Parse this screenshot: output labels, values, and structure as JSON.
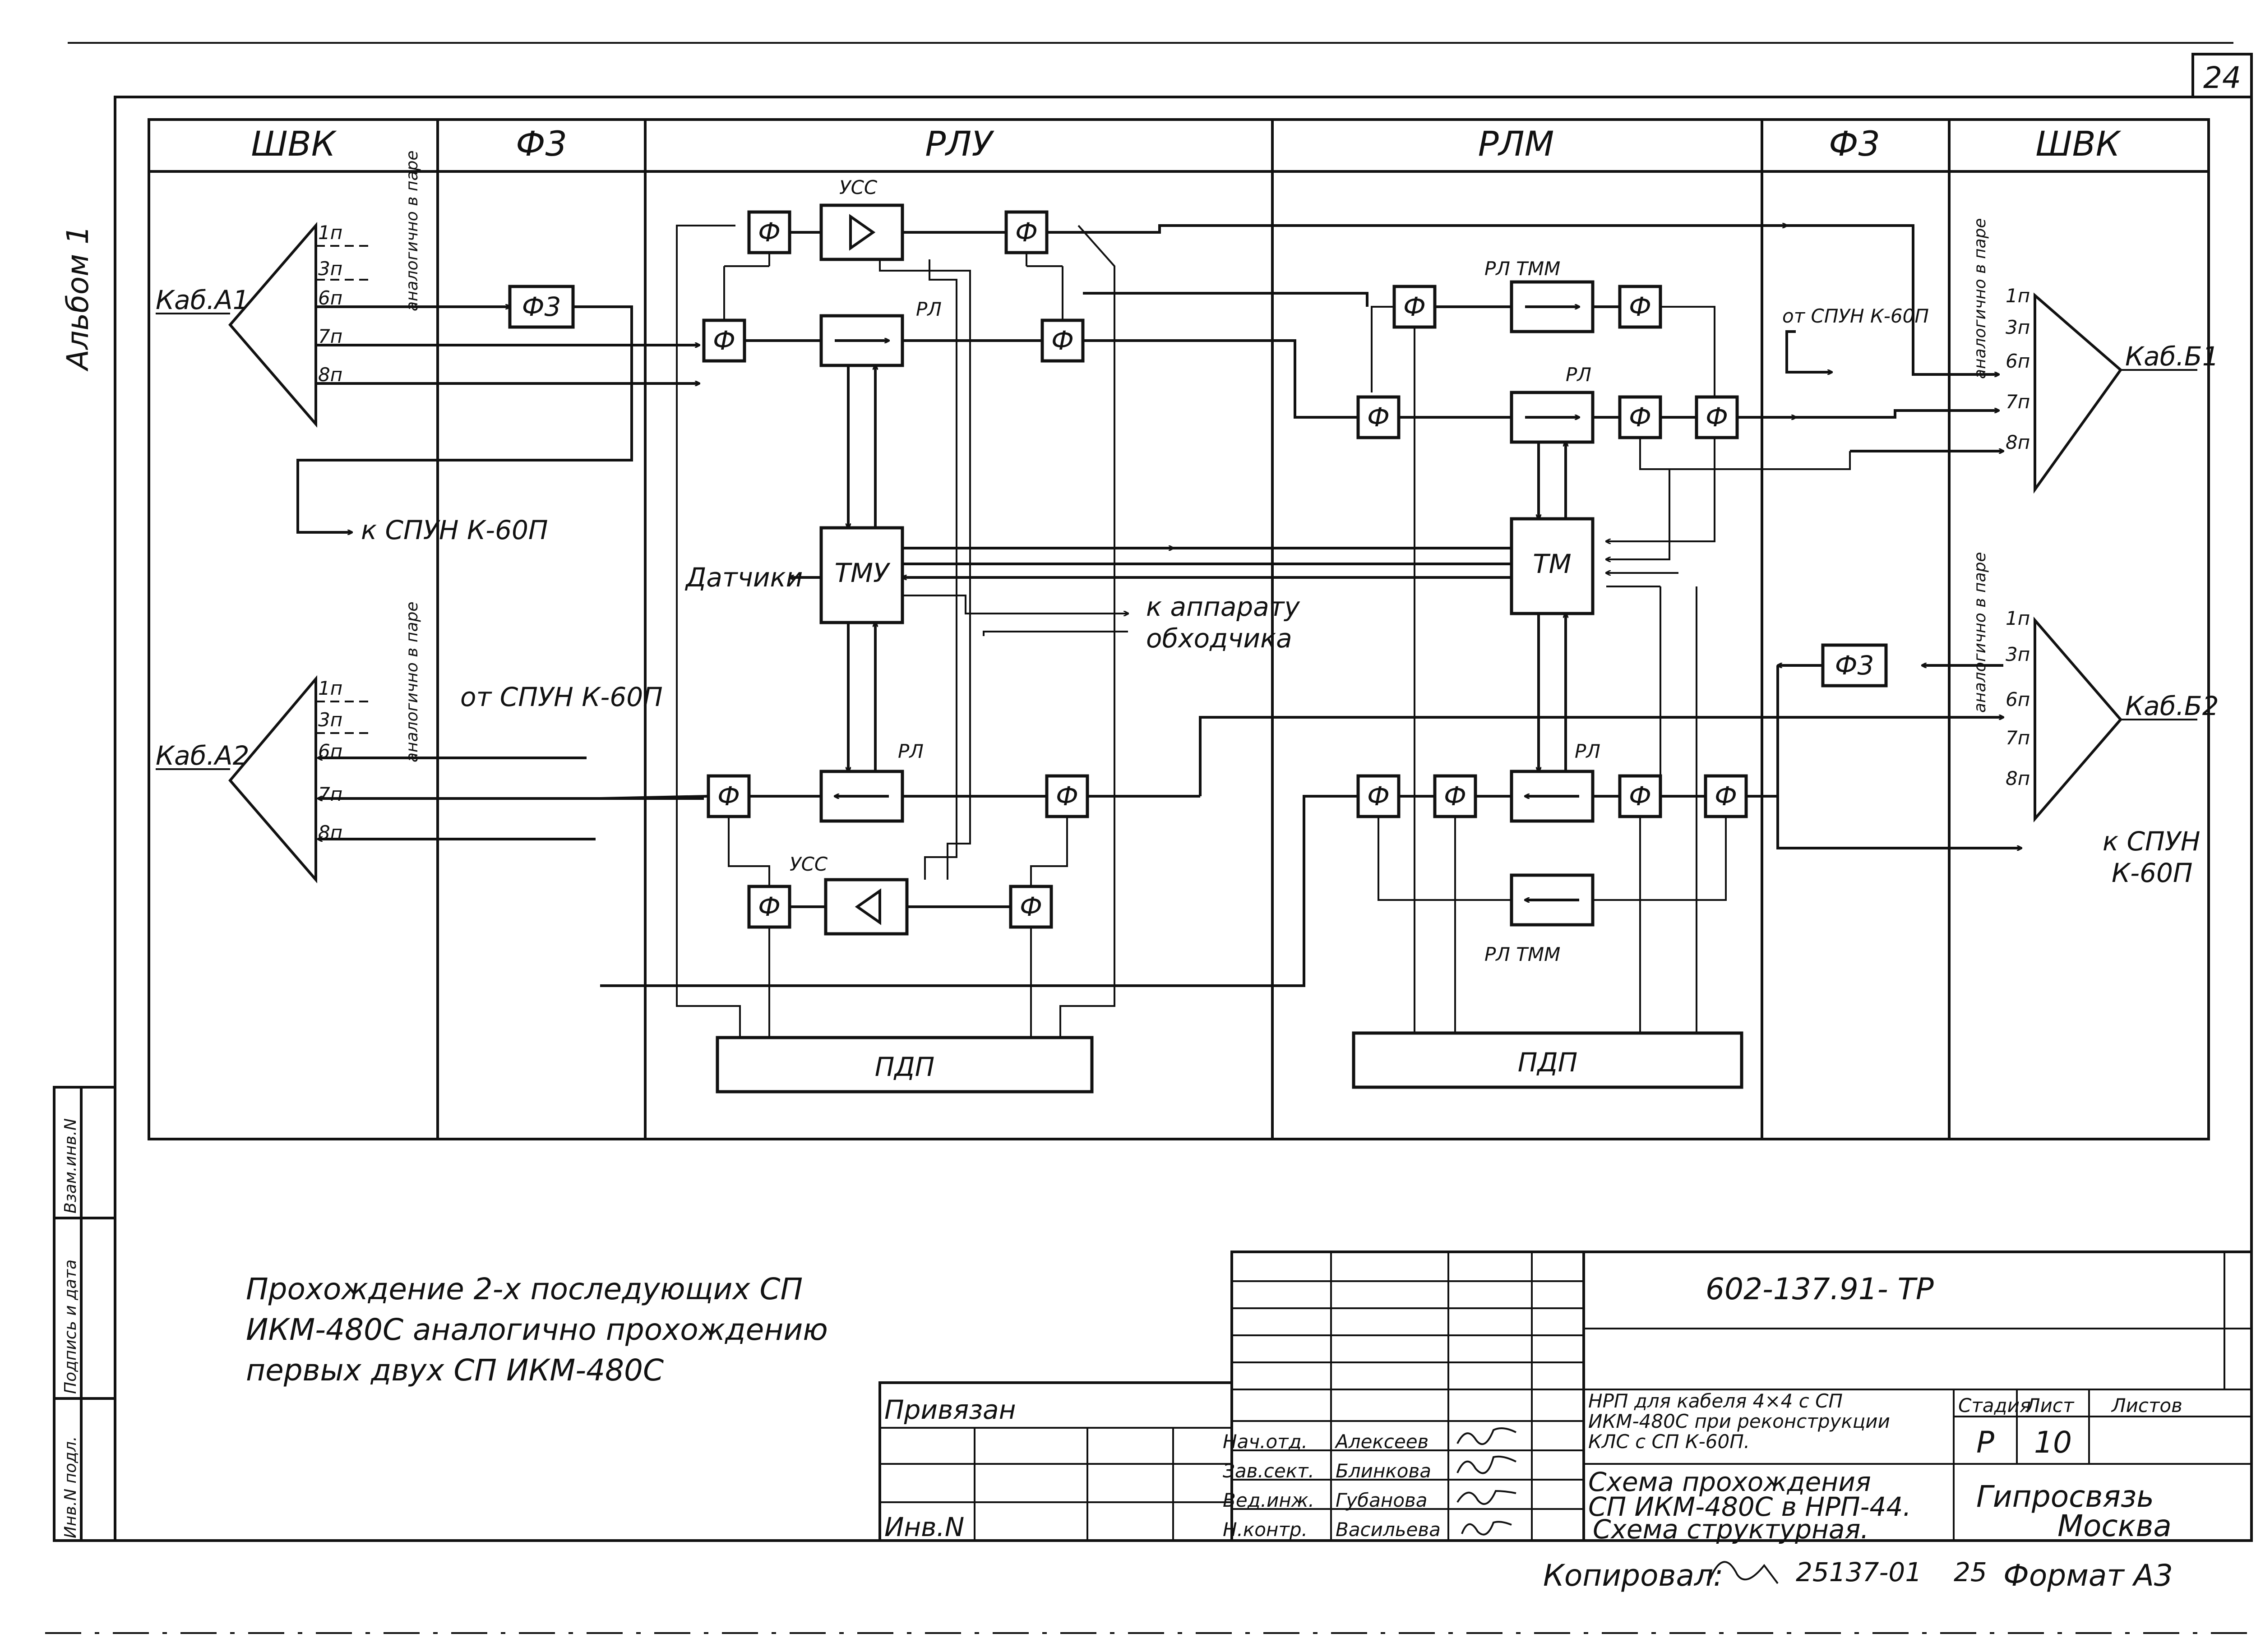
{
  "sheet_number": "24",
  "album_label": "Альбом 1",
  "columns": [
    "ШВК",
    "Ф3",
    "РЛУ",
    "РЛМ",
    "Ф3",
    "ШВК"
  ],
  "left": {
    "cable_a1": "Каб.А1",
    "cable_a2": "Каб.А2",
    "pairs": [
      "1п",
      "3п",
      "6п",
      "7п",
      "8п"
    ],
    "note_same": "аналогично в паре",
    "to_spun": "к СПУН К-60П",
    "from_spun": "от СПУН К-60П"
  },
  "center": {
    "f_label": "Ф",
    "f3_label": "Ф3",
    "ucc": "УСС",
    "rl": "РЛ",
    "rl_tmm": "РЛ ТММ",
    "tmu": "ТМУ",
    "tm": "ТМ",
    "sensors": "Датчики",
    "to_apparatus_1": "к аппарату",
    "to_apparatus_2": "обходчика",
    "pdp": "ПДП"
  },
  "right": {
    "cable_b1": "Каб.Б1",
    "cable_b2": "Каб.Б2",
    "from_spun": "от СПУН К-60П",
    "to_spun_1": "к СПУН",
    "to_spun_2": "К-60П",
    "note_same": "аналогично в паре"
  },
  "note_lines": [
    "Прохождение 2-х последующих СП",
    "ИКМ-480С аналогично прохождению",
    "первых двух СП ИКМ-480С"
  ],
  "title_block": {
    "code": "602-137.91- ТР",
    "privyazan": "Привязан",
    "inv": "Инв.N",
    "roles": [
      "Нач.отд.",
      "Зав.сект.",
      "Вед.инж.",
      "Н.контр."
    ],
    "names": [
      "Алексеев",
      "Блинкова",
      "Губанова",
      "Васильева"
    ],
    "desc_1": [
      "НРП для кабеля 4×4 с СП",
      "ИКМ-480С при реконструкции",
      "КЛС с СП К-60П."
    ],
    "desc_2": [
      "Схема прохождения",
      "СП ИКМ-480С в НРП-44.",
      "Схема структурная."
    ],
    "stage_label": "Стадия",
    "sheet_label": "Лист",
    "sheets_label": "Листов",
    "stage": "Р",
    "sheet": "10",
    "org_1": "Гипросвязь",
    "org_2": "Москва"
  },
  "side_stamp": [
    "Инв.N подл.",
    "Подпись и дата",
    "Взам.инв.N"
  ],
  "footer": {
    "copied": "Копировал:",
    "doc_no": "25137-01",
    "page": "25",
    "format": "Формат А3"
  }
}
